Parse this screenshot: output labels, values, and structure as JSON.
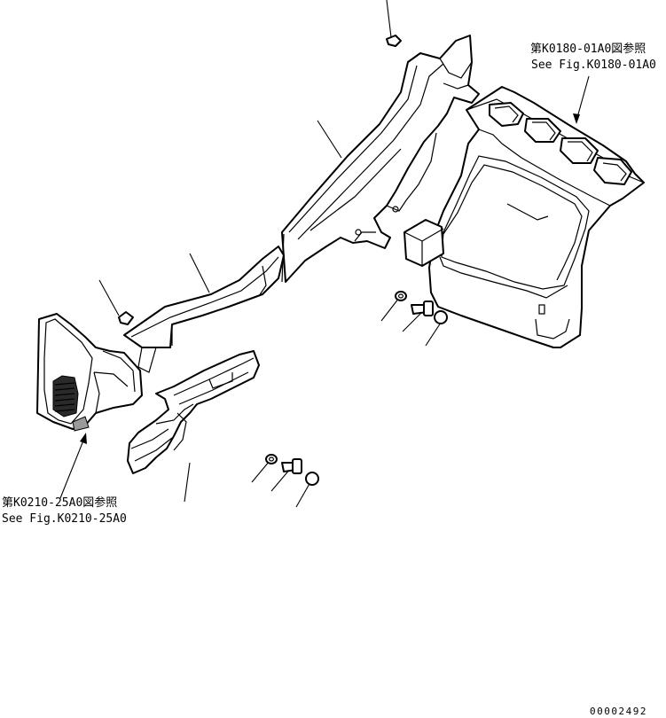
{
  "diagram": {
    "references": [
      {
        "line1": "第K0180-01A0図参照",
        "line2": "See Fig.K0180-01A0"
      },
      {
        "line1": "第K0210-25A0図参照",
        "line2": "See Fig.K0210-25A0"
      }
    ],
    "drawing_number": "00002492"
  }
}
